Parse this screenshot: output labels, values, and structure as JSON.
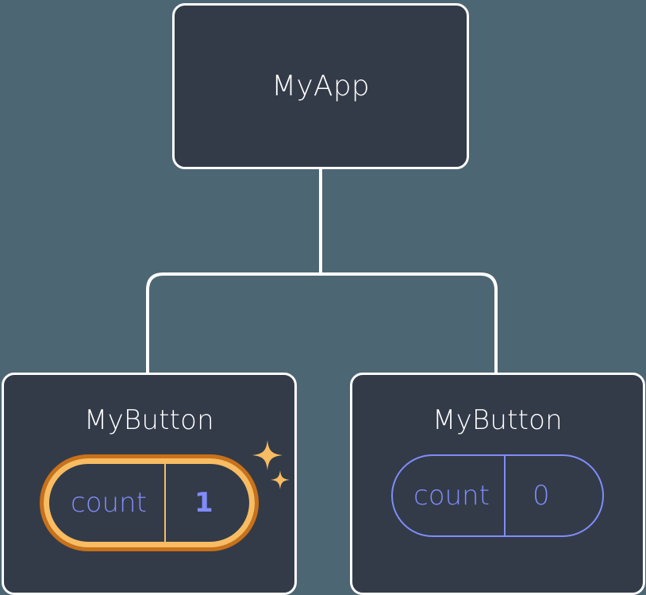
{
  "diagram": {
    "type": "component-tree",
    "background_color": "#4d6673",
    "node_fill_color": "#333b49",
    "node_border_color": "#ffffff",
    "connector_color": "#ffffff",
    "state_text_color": "#818cf8",
    "highlight_outer_color": "#c9711a",
    "highlight_inner_color": "#f8bc62",
    "sparkle_color": "#f8bc62"
  },
  "root": {
    "title": "MyApp"
  },
  "children": [
    {
      "title": "MyButton",
      "state": {
        "key": "count",
        "value": "1"
      },
      "highlighted": true,
      "sparkles": true
    },
    {
      "title": "MyButton",
      "state": {
        "key": "count",
        "value": "0"
      },
      "highlighted": false,
      "sparkles": false
    }
  ]
}
